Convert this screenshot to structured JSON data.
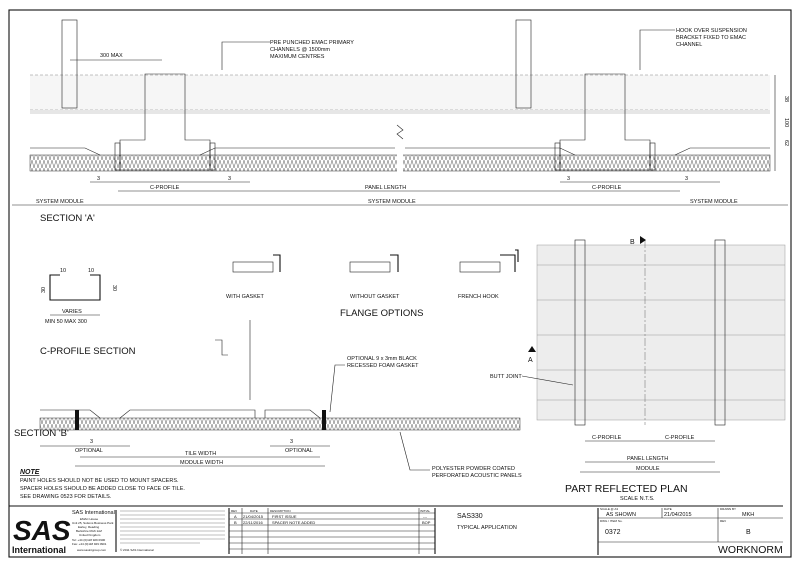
{
  "section_a": {
    "title": "SECTION 'A'",
    "dim_300": "300 MAX",
    "note_channels": [
      "PRE PUNCHED EMAC PRIMARY",
      "CHANNELS @ 1500mm",
      "MAXIMUM CENTRES"
    ],
    "note_hook": [
      "HOOK OVER SUSPENSION",
      "BRACKET FIXED TO EMAC",
      "CHANNEL"
    ],
    "dim_gap": "3",
    "c_profile": "C-PROFILE",
    "panel_length": "PANEL LENGTH",
    "system_module": "SYSTEM MODULE",
    "heights": [
      "38",
      "100",
      "62"
    ]
  },
  "c_profile_section": {
    "title": "C-PROFILE SECTION",
    "dim_flange": "10",
    "dim_height": "30",
    "varies": "VARIES",
    "range": "MIN 50 MAX 300"
  },
  "flange_options": {
    "title": "FLANGE OPTIONS",
    "items": [
      "WITH GASKET",
      "WITHOUT GASKET",
      "FRENCH HOOK"
    ]
  },
  "section_b": {
    "title": "SECTION 'B'",
    "note_gasket": [
      "OPTIONAL 9 x 3mm BLACK",
      "RECESSED FOAM GASKET"
    ],
    "note_panels": [
      "POLYESTER POWDER COATED",
      "PERFORATED ACOUSTIC PANELS"
    ],
    "dim_gap": "3",
    "optional": "OPTIONAL",
    "tile_width": "TILE WIDTH",
    "module_width": "MODULE WIDTH"
  },
  "reflected_plan": {
    "title": "PART REFLECTED PLAN",
    "scale": "SCALE N.T.S.",
    "marker_b": "B",
    "marker_a": "A",
    "butt_joint": "BUTT JOINT",
    "c_profile": "C-PROFILE",
    "panel_length": "PANEL LENGTH",
    "module": "MODULE"
  },
  "notes": {
    "heading": "NOTE",
    "lines": [
      "PAINT HOLES SHOULD NOT BE USED TO MOUNT SPACERS.",
      "SPACER HOLES SHOULD BE ADDED CLOSE TO FACE OF TILE.",
      "SEE DRAWING 0523 FOR DETAILS."
    ]
  },
  "title_block": {
    "logo": "SAS International",
    "company": "SAS International",
    "address": [
      "EMAC House",
      "Unit 25, Suttons Business Park",
      "Earley, Reading",
      "Berkshire RG6 1AZ",
      "United Kingdom",
      "Tel: +44 (0)118 929 0900",
      "Fax: +44 (0)118 929 0901",
      "www.sasintgroup.com"
    ],
    "copyright": "© 2011 SAS International",
    "revisions_header": {
      "rev": "REV",
      "date": "DATE",
      "description": "DESCRIPTION",
      "initial": "INITIAL"
    },
    "revisions": [
      {
        "rev": "A",
        "date": "21/04/2015",
        "description": "FIRST ISSUE",
        "initial": "---"
      },
      {
        "rev": "B",
        "date": "22/11/2016",
        "description": "SPACER NOTE ADDED",
        "initial": "BOP"
      }
    ],
    "product": "SAS330",
    "subtitle": "TYPICAL APPLICATION",
    "scale_label": "SCALE @ A3",
    "scale": "AS SHOWN",
    "date_label": "DATE",
    "date": "21/04/2015",
    "drawn_label": "DRAWN BY",
    "drawn": "MKH",
    "dwg_label": "DWG / ITEM No.",
    "dwg": "0372",
    "rev_label": "REV",
    "rev": "B",
    "client": "WORKNORM"
  }
}
